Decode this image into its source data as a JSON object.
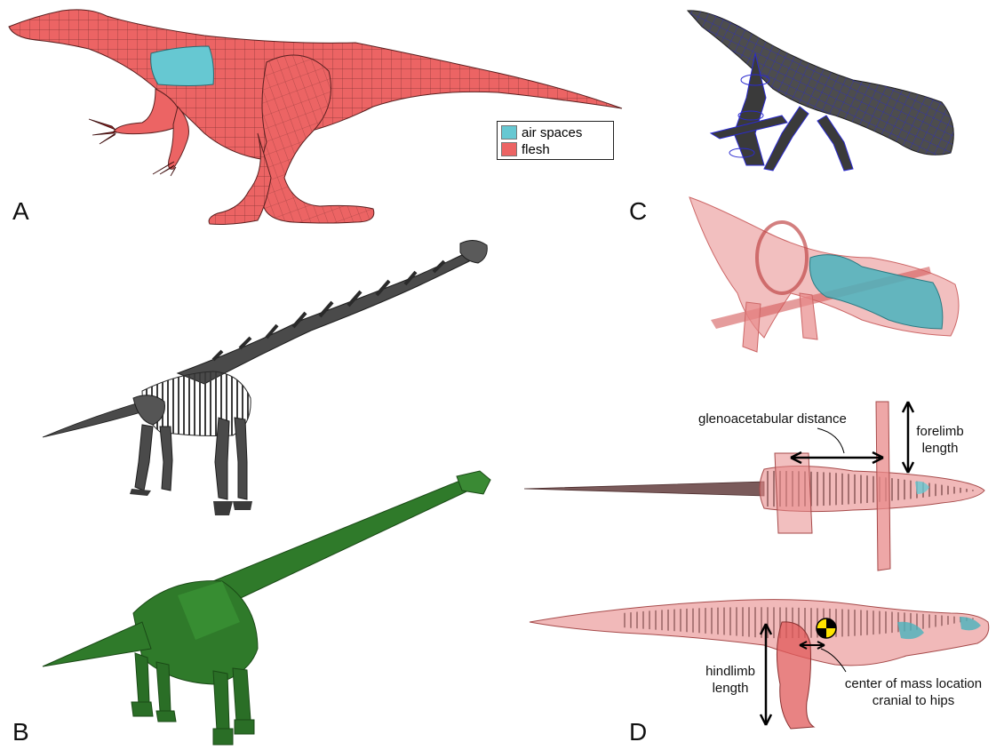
{
  "panels": {
    "a": "A",
    "b": "B",
    "c": "C",
    "d": "D"
  },
  "legend": {
    "items": [
      {
        "label": "air spaces",
        "color": "#66c8d2"
      },
      {
        "label": "flesh",
        "color": "#ec6464"
      }
    ]
  },
  "annotations": {
    "glenoacetabular": "glenoacetabular distance",
    "forelimb_line1": "forelimb",
    "forelimb_line2": "length",
    "hindlimb_line1": "hindlimb",
    "hindlimb_line2": "length",
    "com_line1": "center of mass location",
    "com_line2": "cranial to hips"
  },
  "colors": {
    "flesh": "#ec6464",
    "air": "#66c8d2",
    "skeleton": "#4a4a4a",
    "convex_hull": "#2f7a2a",
    "wireframe": "#2a2ad0",
    "translucent_flesh": "#e88a8a"
  }
}
